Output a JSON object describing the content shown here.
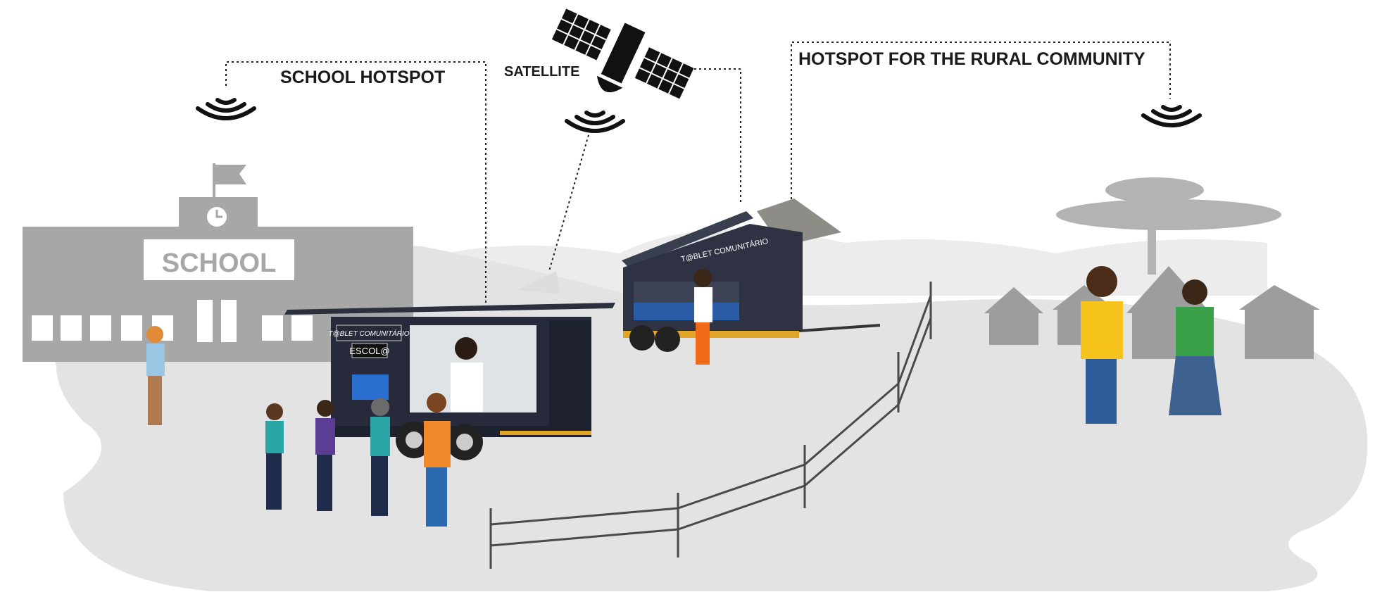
{
  "labels": {
    "school_hotspot": "SCHOOL HOTSPOT",
    "satellite": "SATELLITE",
    "rural_hotspot": "HOTSPOT FOR THE RURAL COMMUNITY"
  },
  "school": {
    "sign": "SCHOOL"
  },
  "trailer_front": {
    "brand": "T@BLET COMUNITÁRIO",
    "subtitle": "ESCOL@"
  },
  "trailer_back": {
    "brand": "T@BLET COMUNITÁRIO"
  },
  "colors": {
    "ground": "#e3e3e3",
    "building": "#a7a7a7",
    "trailer": "#262a3a",
    "hill": "#ececec"
  }
}
